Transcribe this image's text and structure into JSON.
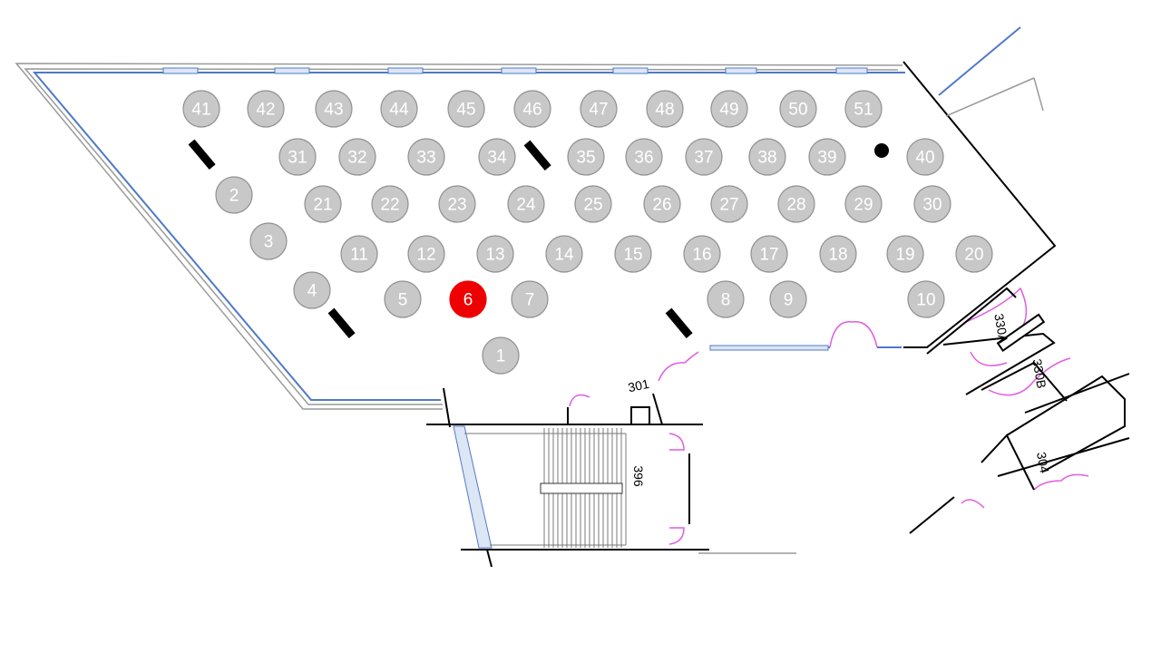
{
  "map": {
    "highlighted_seat": "6",
    "colors": {
      "seat_fill": "#c8c8c8",
      "seat_stroke": "#909090",
      "highlight_fill": "#ee0000",
      "wall": "#000000",
      "window_blue": "#4f79c9",
      "door_pink": "#e05ce0",
      "gray_wall": "#9a9a9a"
    },
    "seats": [
      "1",
      "2",
      "3",
      "4",
      "5",
      "6",
      "7",
      "8",
      "9",
      "10",
      "11",
      "12",
      "13",
      "14",
      "15",
      "16",
      "17",
      "18",
      "19",
      "20",
      "21",
      "22",
      "23",
      "24",
      "25",
      "26",
      "27",
      "28",
      "29",
      "30",
      "31",
      "32",
      "33",
      "34",
      "35",
      "36",
      "37",
      "38",
      "39",
      "40",
      "41",
      "42",
      "43",
      "44",
      "45",
      "46",
      "47",
      "48",
      "49",
      "50",
      "51"
    ],
    "room_labels": [
      "301",
      "330A",
      "330B",
      "396",
      "304"
    ]
  }
}
